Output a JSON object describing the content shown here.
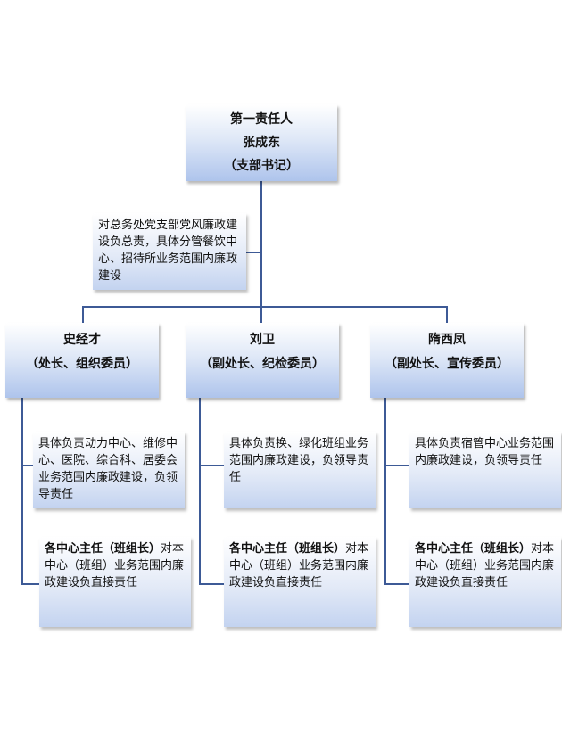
{
  "top": {
    "line1": "第一责任人",
    "line2": "张成东",
    "line3": "（支部书记）"
  },
  "top_desc": "对总务处党支部党风廉政建设负总责，具体分管餐饮中心、招待所业务范围内廉政建设",
  "managers": [
    {
      "name": "史经才",
      "role": "（处长、组织委员）",
      "duty": "具体负责动力中心、维修中心、医院、综合科、居委会业务范围内廉政建设，负领导责任",
      "leader_bold": "各中心主任（班组长）",
      "leader_rest": "对本中心（班组）业务范围内廉政建设负直接责任"
    },
    {
      "name": "刘卫",
      "role": "（副处长、纪检委员）",
      "duty": "具体负责换、绿化班组业务范围内廉政建设，负领导责任",
      "leader_bold": "各中心主任（班组长）",
      "leader_rest": "对本中心（班组）业务范围内廉政建设负直接责任"
    },
    {
      "name": "隋西凤",
      "role": "（副处长、宣传委员）",
      "duty": "具体负责宿管中心业务范围内廉政建设，负领导责任",
      "leader_bold": "各中心主任（班组长）",
      "leader_rest": "对本中心（班组）业务范围内廉政建设负直接责任"
    }
  ]
}
